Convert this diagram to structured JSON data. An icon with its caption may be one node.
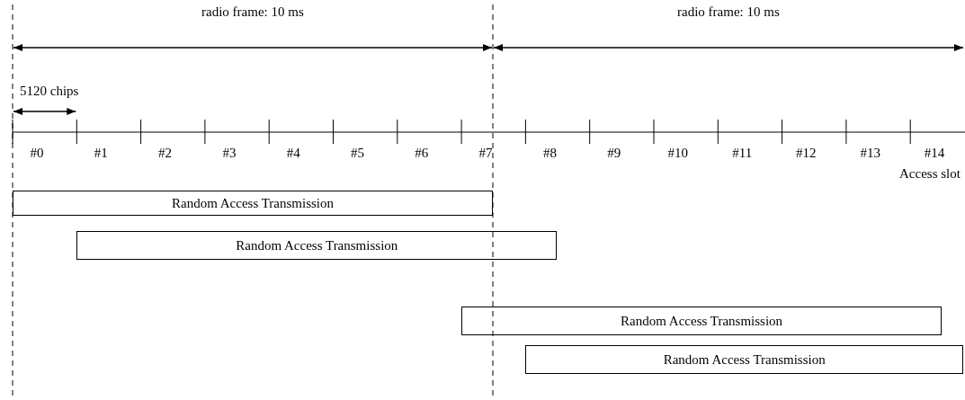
{
  "diagram": {
    "nodes": [
      {
        "text": [
          "Random Access Transmission"
        ]
      },
      {
        "text": [
          "Random Access Transmission"
        ]
      },
      {
        "text": [
          "Random Access Transmission"
        ]
      },
      {
        "text": [
          "Random Access Transmission"
        ]
      }
    ],
    "labels": [
      "radio frame: 10 ms",
      "radio frame: 10 ms",
      "5120 chips",
      "#0",
      "#1",
      "#2",
      "#3",
      "#4",
      "#5",
      "#6",
      "#7",
      "#8",
      "#9",
      "#10",
      "#11",
      "#12",
      "#13",
      "#14",
      "Access slot"
    ]
  }
}
